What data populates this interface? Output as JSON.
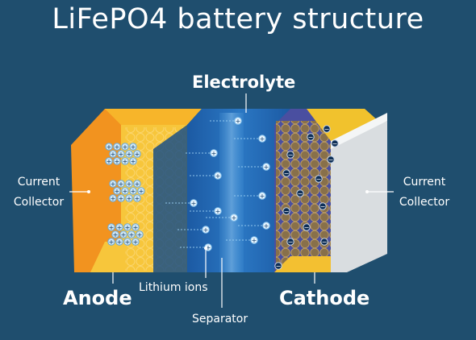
{
  "title": "LiFePO4 battery structure",
  "labels": {
    "electrolyte": "Electrolyte",
    "current_collector_left_1": "Current",
    "current_collector_left_2": "Collector",
    "current_collector_right_1": "Current",
    "current_collector_right_2": "Collector",
    "anode": "Anode",
    "cathode": "Cathode",
    "lithium_ions": "Lithium ions",
    "separator": "Separator"
  },
  "colors": {
    "background": "#1f4e6e",
    "anode_orange": "#f2931f",
    "anode_yellow": "#f7c63b",
    "electrolyte_blue": "#1d5fa8",
    "cathode_purple": "#4a4fa0",
    "cathode_particle": "#9c7a3c",
    "collector_gray": "#d9dde0"
  },
  "ion_symbol": "+",
  "electron_symbol": "−"
}
